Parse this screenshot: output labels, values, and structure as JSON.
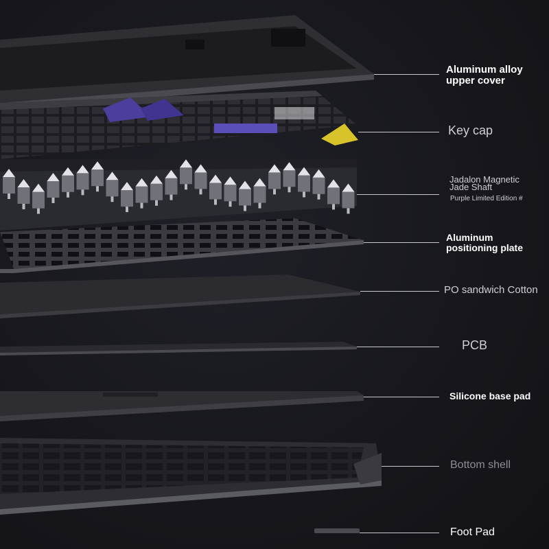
{
  "labels": {
    "upper_cover": "Aluminum alloy\nupper cover",
    "key_cap": "Key cap",
    "switch_line1": "Jadalon Magnetic",
    "switch_line2": "Jade Shaft",
    "switch_line3": "Purple Limited Edition #",
    "plate": "Aluminum\npositioning plate",
    "cotton": "PO sandwich Cotton",
    "pcb": "PCB",
    "silicone": "Silicone base pad",
    "bottom_shell": "Bottom shell",
    "foot_pad": "Foot Pad"
  },
  "colors": {
    "background": "#16161c",
    "accent_purple": "#5a4fb8",
    "accent_yellow": "#d8c32a",
    "label_white": "#ffffff",
    "label_grey": "#8d8d95"
  }
}
